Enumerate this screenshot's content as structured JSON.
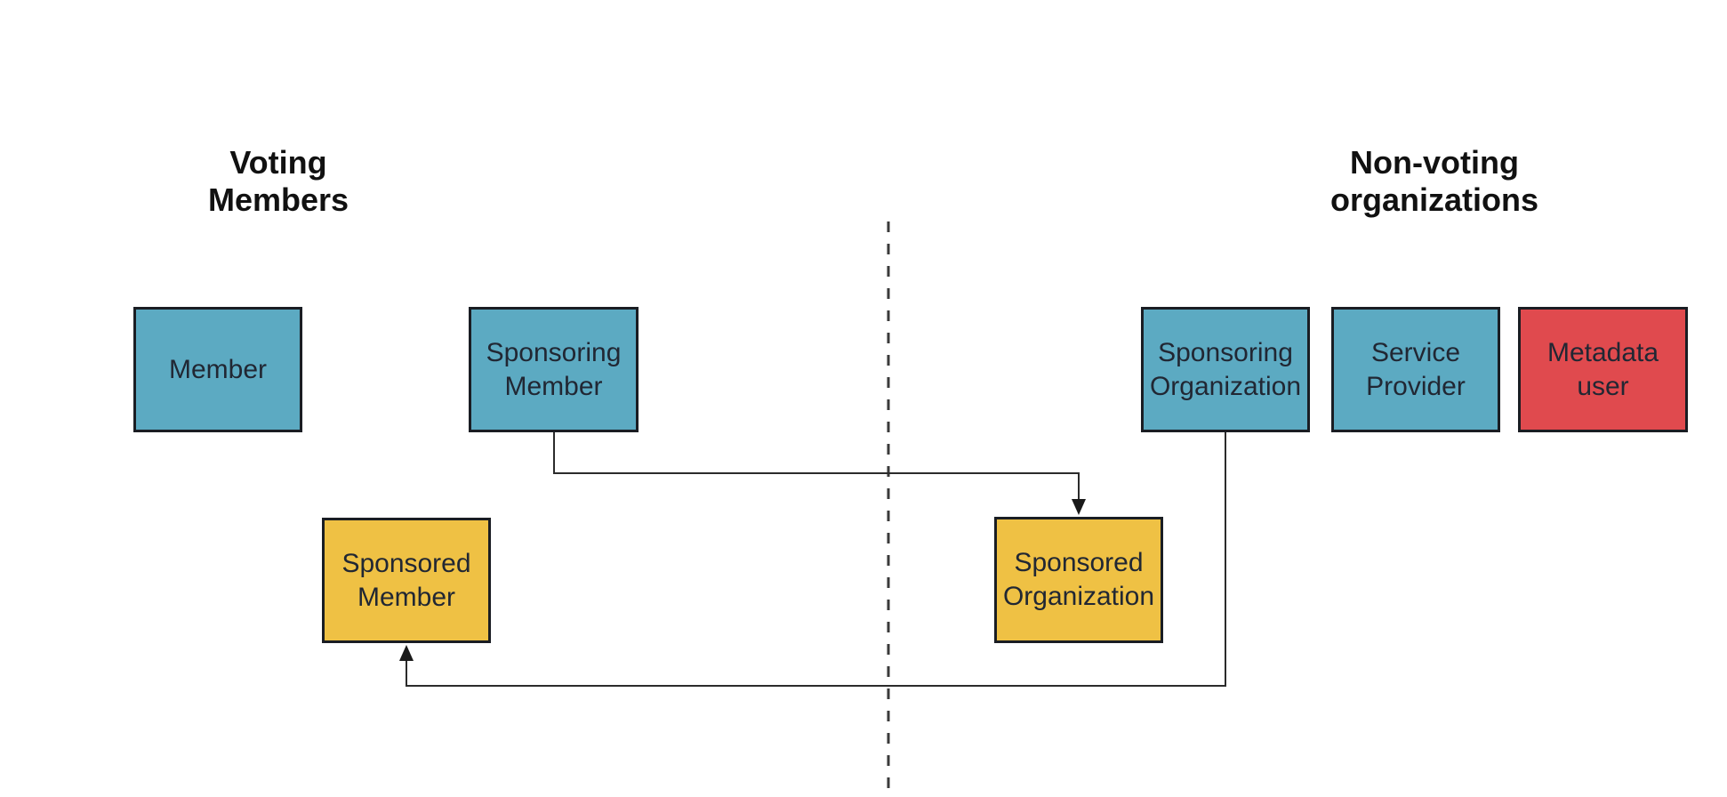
{
  "diagram": {
    "voting_section": {
      "heading": "Voting Members",
      "nodes": {
        "member": "Member",
        "sponsoring_member": "Sponsoring Member",
        "sponsored_member": "Sponsored Member"
      }
    },
    "nonvoting_section": {
      "heading": "Non-voting organizations",
      "nodes": {
        "sponsoring_organization": "Sponsoring Organization",
        "service_provider": "Service Provider",
        "metadata_user": "Metadata user",
        "sponsored_organization": "Sponsored Organization"
      }
    },
    "connectors": [
      {
        "from": "Sponsoring Member",
        "to": "Sponsored Organization",
        "style": "elbow-arrow"
      },
      {
        "from": "Sponsoring Organization",
        "to": "Sponsored Member",
        "style": "elbow-arrow"
      }
    ],
    "divider": {
      "style": "vertical-dashed-line"
    },
    "colors": {
      "voting_node_fill": "#5CAAC2",
      "sponsored_node_fill": "#EFC144",
      "metadata_user_fill": "#E04A4E",
      "node_border": "#1a1d23",
      "connector_stroke": "#2b2b2b",
      "divider_stroke": "#3a3a3a",
      "heading_text": "#111111",
      "node_text": "#212733",
      "background": "#ffffff"
    }
  }
}
